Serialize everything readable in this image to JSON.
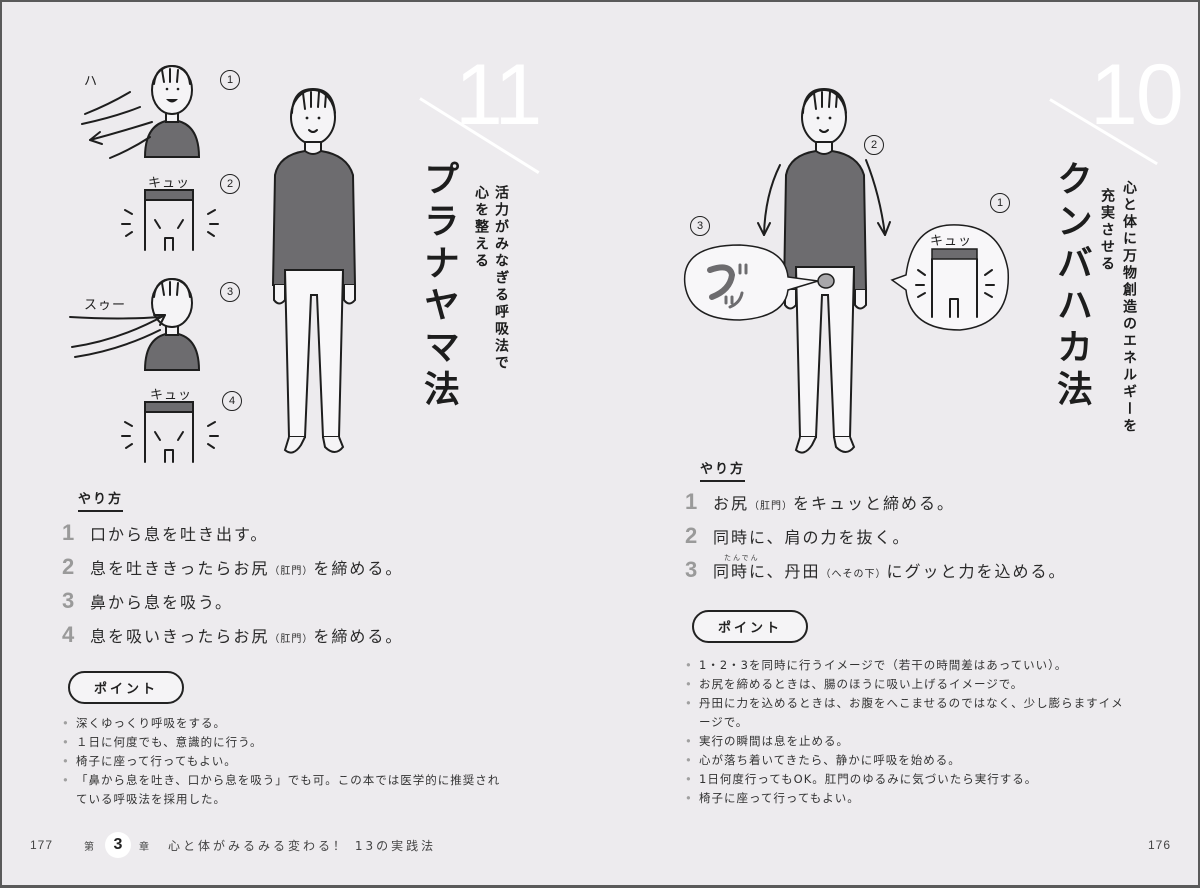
{
  "left_page": {
    "section_number": "11",
    "title": "プラナヤマ法",
    "subtitle_lines": [
      "活力がみなぎる呼吸法で",
      "心を整える"
    ],
    "illustration_labels": {
      "step_markers": [
        "1",
        "2",
        "3",
        "4"
      ],
      "sfx_exhale": "ハ",
      "sfx_squeeze_1": "キュッ",
      "sfx_inhale": "スゥー",
      "sfx_squeeze_2": "キュッ"
    },
    "method_label": "やり方",
    "steps": [
      {
        "num": "1",
        "text": "口から息を吐き出す。",
        "note": ""
      },
      {
        "num": "2",
        "text": "息を吐ききったらお尻",
        "note": "（肛門）",
        "text_after": "を締める。"
      },
      {
        "num": "3",
        "text": "鼻から息を吸う。",
        "note": ""
      },
      {
        "num": "4",
        "text": "息を吸いきったらお尻",
        "note": "（肛門）",
        "text_after": "を締める。"
      }
    ],
    "point_label": "ポイント",
    "points": [
      "深くゆっくり呼吸をする。",
      "１日に何度でも、意識的に行う。",
      "椅子に座って行ってもよい。",
      "「鼻から息を吐き、口から息を吸う」でも可。この本では医学的に推奨されている呼吸法を採用した。"
    ],
    "folio": "177",
    "chapter": {
      "prefix": "第",
      "number": "3",
      "suffix": "章",
      "title": "心と体がみるみる変わる！ 13の実践法"
    }
  },
  "right_page": {
    "section_number": "10",
    "title": "クンバハカ法",
    "subtitle_lines": [
      "心と体に万物創造のエネルギーを",
      "充実させる"
    ],
    "illustration_labels": {
      "step_markers": [
        "1",
        "2",
        "3"
      ],
      "sfx_squeeze": "キュッ",
      "sfx_push": "グッ"
    },
    "method_label": "やり方",
    "steps": [
      {
        "num": "1",
        "text": "お尻",
        "note": "（肛門）",
        "text_after": "をキュッと締める。"
      },
      {
        "num": "2",
        "text": "同時に、肩の力を抜く。",
        "note": ""
      },
      {
        "num": "3",
        "text": "同時に、丹田",
        "note": "（へその下）",
        "text_after": "にグッと力を込める。",
        "ruby": "たんでん"
      }
    ],
    "point_label": "ポイント",
    "points": [
      "1・2・3を同時に行うイメージで（若干の時間差はあっていい）。",
      "お尻を締めるときは、腸のほうに吸い上げるイメージで。",
      "丹田に力を込めるときは、お腹をへこませるのではなく、少し膨らますイメージで。",
      "実行の瞬間は息を止める。",
      "心が落ち着いてきたら、静かに呼吸を始める。",
      "1日何度行ってもOK。肛門のゆるみに気づいたら実行する。",
      "椅子に座って行ってもよい。"
    ],
    "folio": "176"
  },
  "colors": {
    "background": "#edebee",
    "sweater": "#6d6c6f",
    "number_gray": "#9a9a9a",
    "ink": "#1e1e1e",
    "white": "#ffffff"
  }
}
